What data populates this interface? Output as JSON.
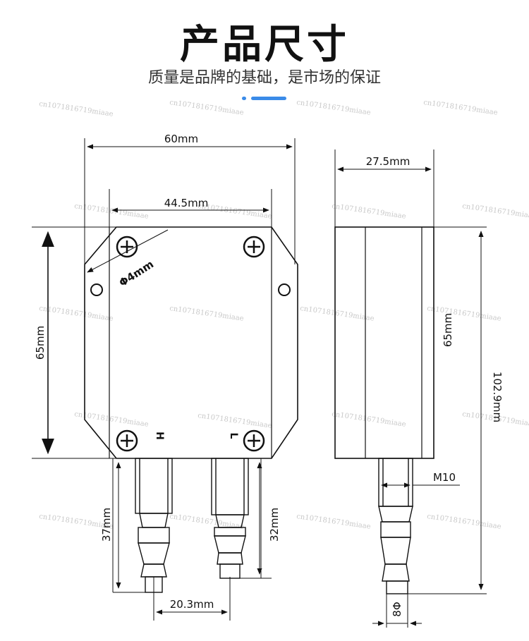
{
  "header": {
    "title": "产品尺寸",
    "subtitle": "质量是品牌的基础，是市场的保证"
  },
  "colors": {
    "accent": "#3a8be8",
    "line": "#111111",
    "watermark": "#c9c9c9"
  },
  "front_view": {
    "total_width": "60mm",
    "hole_spacing": "44.5mm",
    "hole_diameter": "Φ4mm",
    "height": "65mm",
    "port_h_label": "H",
    "port_l_label": "L",
    "port_h_length": "37mm",
    "port_l_length": "32mm",
    "port_spacing": "20.3mm"
  },
  "side_view": {
    "depth": "27.5mm",
    "body_height": "65mm",
    "total_height": "102.9mm",
    "thread": "M10",
    "barb_diameter": "8Φ"
  },
  "watermark_text": "cn1071816719miaae"
}
